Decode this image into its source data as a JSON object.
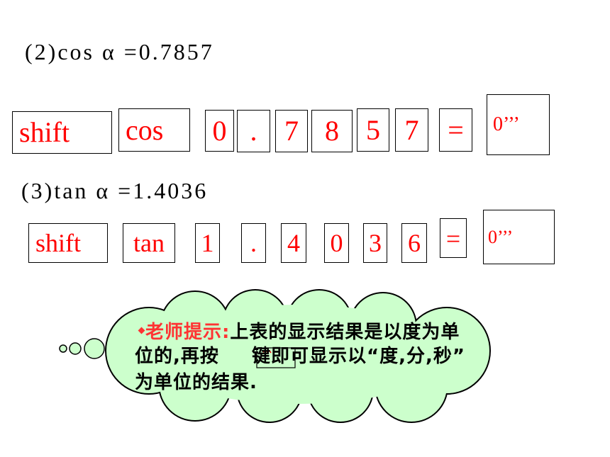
{
  "equations": [
    {
      "heading": "(2)cos α =0.7857",
      "keys": [
        "shift",
        "cos",
        "0",
        ".",
        "7",
        "8",
        "5",
        "7",
        "="
      ],
      "result_key": "0’’’"
    },
    {
      "heading": "(3)tan α =1.4036",
      "keys": [
        "shift",
        "tan",
        "1",
        ".",
        "4",
        "0",
        "3",
        "6",
        "="
      ],
      "result_key": "0’’’"
    }
  ],
  "tip": {
    "label": "老师提示:",
    "line1": "上表的显示结果是以度为单",
    "line2_before_key": "位的,再按",
    "line2_after_key": "键即可显示以“度,分,秒”",
    "line3": "为单位的结果."
  },
  "colors": {
    "key_text": "#ff0000",
    "tip_label": "#ff3333",
    "cloud_fill": "#ccffcc"
  }
}
